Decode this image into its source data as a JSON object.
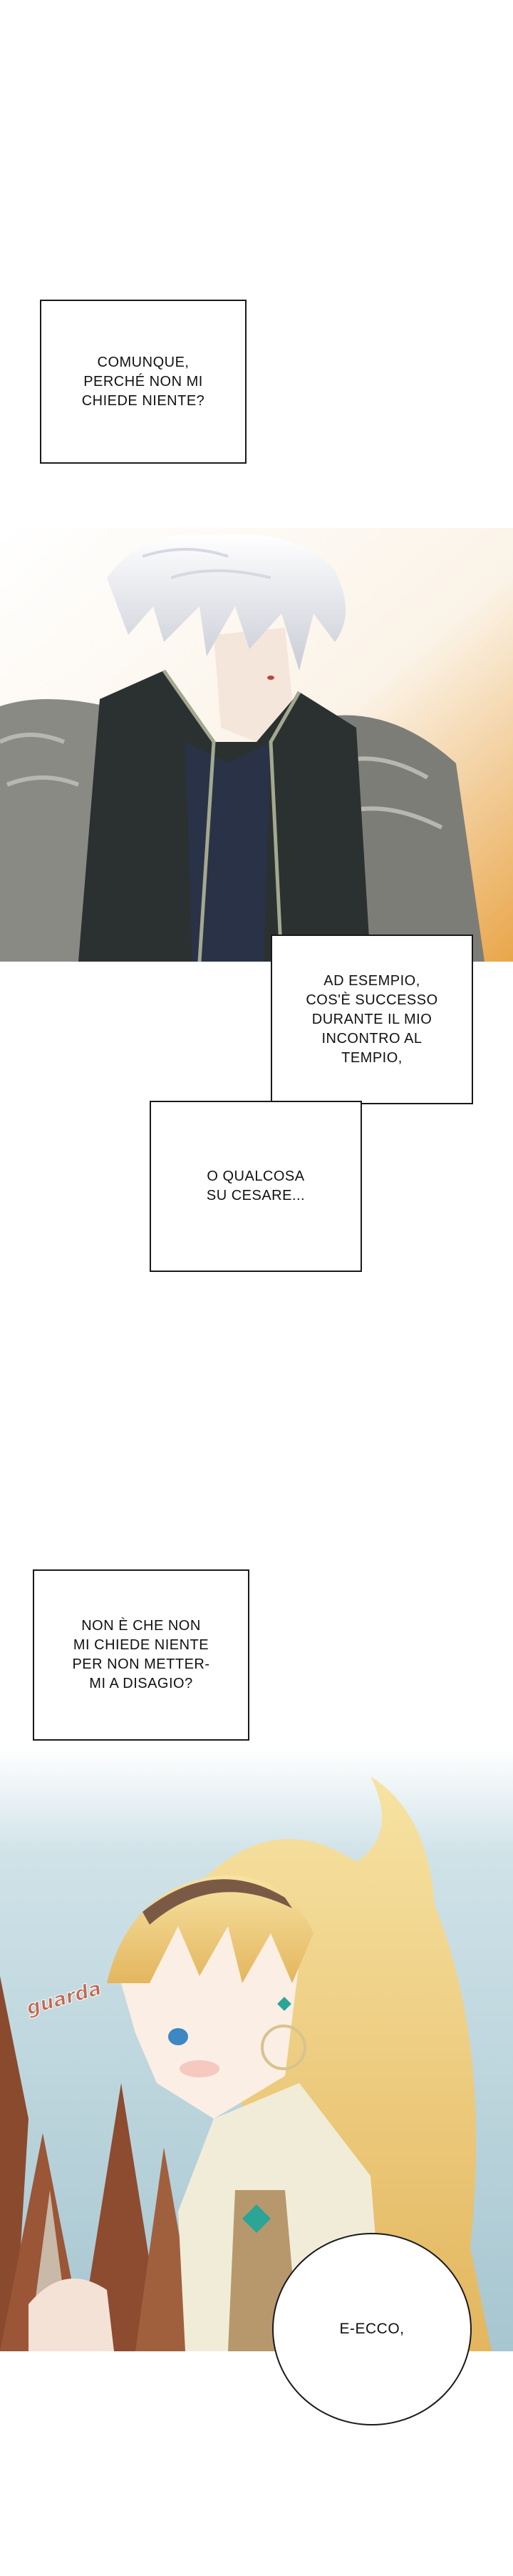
{
  "captions": {
    "c1": "COMUNQUE,\nPERCHÉ NON MI\nCHIEDE NIENTE?",
    "c2": "AD ESEMPIO,\nCOS'È SUCCESSO\nDURANTE IL MIO\nINCONTRO AL\nTEMPIO,",
    "c3": "O QUALCOSA\nSU CESARE...",
    "c4": "NON È CHE NON\nMI CHIEDE NIENTE\nPER NON METTER-\nMI A DISAGIO?"
  },
  "sfx": {
    "glance": "guarda"
  },
  "speech": {
    "s1": "E-ECCO,"
  },
  "colors": {
    "panel1_sky": "#ffffff",
    "panel1_warm": "#e9a64a",
    "hair_white": "#eef0f4",
    "fur": "#7d7d78",
    "coat": "#2b3130",
    "panel2_sky": "#bcd6df",
    "hair_blonde": "#f3d68b",
    "trees": "#8a4a2e",
    "sfx": "#c06a52"
  }
}
